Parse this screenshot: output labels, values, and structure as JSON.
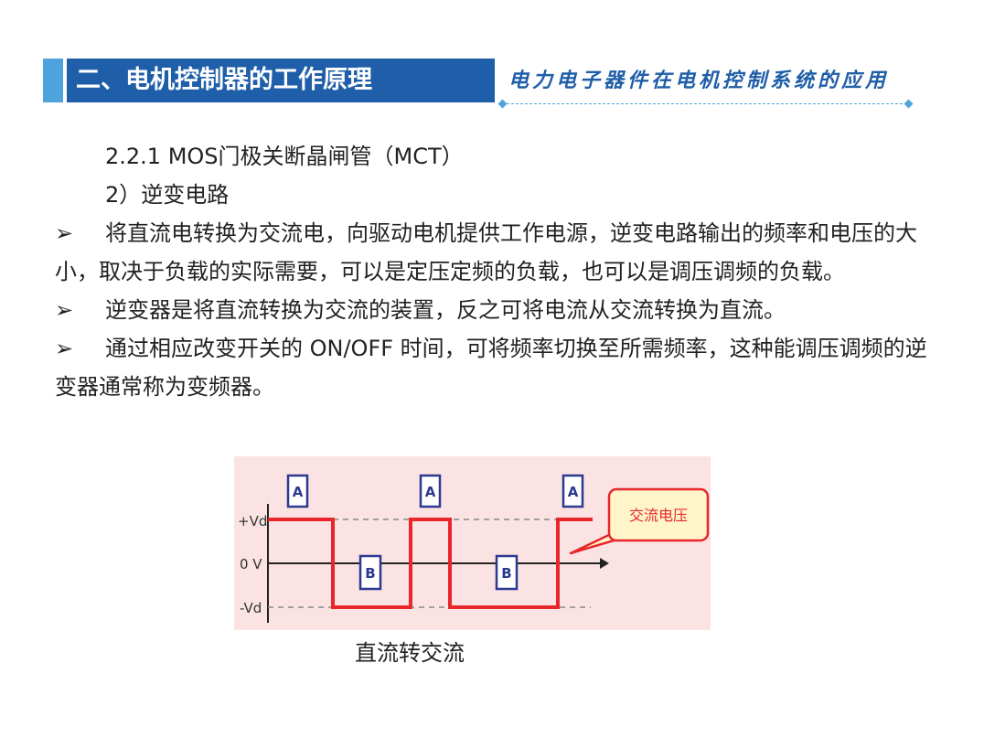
{
  "header": {
    "title": "二、电机控制器的工作原理",
    "subtitle": "电力电子器件在电机控制系统的应用"
  },
  "content": {
    "section_heading": "2.2.1 MOS门极关断晶闸管（MCT）",
    "subsection_heading": "2）逆变电路",
    "bullet_symbol": "➢",
    "bullets": [
      "将直流电转换为交流电，向驱动电机提供工作电源，逆变电路输出的频率和电压的大小，取决于负载的实际需要，可以是定压定频的负载，也可以是调压调频的负载。",
      "逆变器是将直流转换为交流的装置，反之可将电流从交流转换为直流。",
      "通过相应改变开关的 ON/OFF 时间，可将频率切换至所需频率，这种能调压调频的逆变器通常称为变频器。"
    ]
  },
  "figure": {
    "y_labels": {
      "pos": "+Vd",
      "zero": "0 V",
      "neg": "-Vd"
    },
    "marker_a": "A",
    "marker_b": "B",
    "callout": "交流电压",
    "caption": "直流转交流",
    "colors": {
      "waveform": "#e8262b",
      "marker_border": "#2b3990",
      "callout_fill": "#fff5c8",
      "callout_border": "#e8262b"
    }
  }
}
